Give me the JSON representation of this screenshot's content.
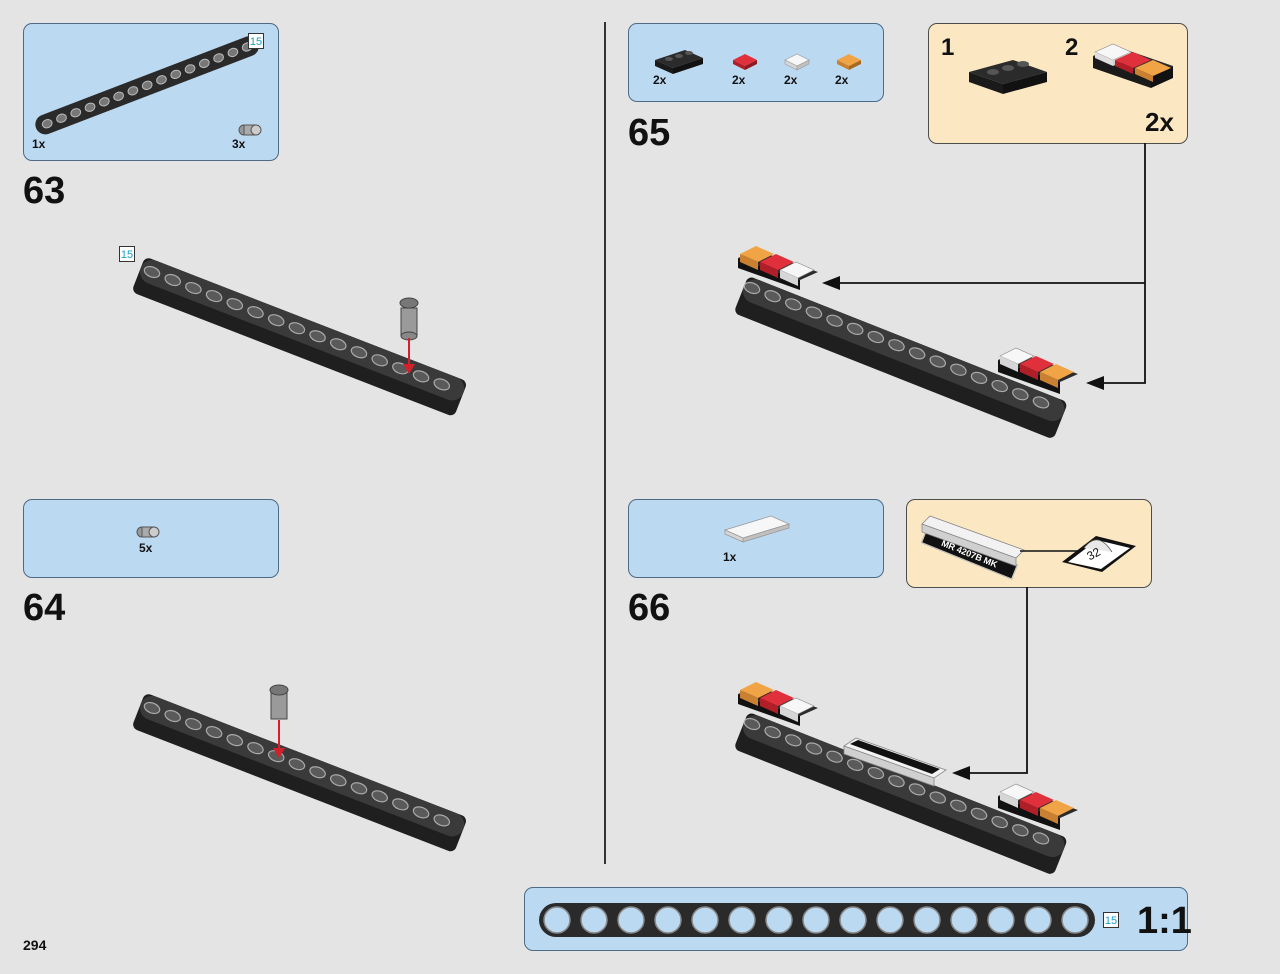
{
  "page_number": "294",
  "divider": true,
  "step63": {
    "number": "63",
    "parts": [
      {
        "name": "beam-15",
        "qty": "1x",
        "length_tag": "15"
      },
      {
        "name": "pin",
        "qty": "3x"
      }
    ],
    "model_length_tag": "15"
  },
  "step64": {
    "number": "64",
    "parts": [
      {
        "name": "pin",
        "qty": "5x"
      }
    ]
  },
  "step65": {
    "number": "65",
    "parts": [
      {
        "name": "black-plate",
        "qty": "2x",
        "color": "#2b2b2b"
      },
      {
        "name": "red-tile",
        "qty": "2x",
        "color": "#e0303b"
      },
      {
        "name": "white-tile",
        "qty": "2x",
        "color": "#f2f2f2"
      },
      {
        "name": "orange-tile",
        "qty": "2x",
        "color": "#f0a446"
      }
    ],
    "subassembly": {
      "step1": "1",
      "step2": "2",
      "multiplier": "2x"
    }
  },
  "step66": {
    "number": "66",
    "parts": [
      {
        "name": "white-tile-long",
        "qty": "1x"
      }
    ],
    "sticker": {
      "text": "MR 4207B MK",
      "sticker_sheet_number": "32"
    }
  },
  "ruler": {
    "length_tag": "15",
    "scale": "1:1",
    "holes": 15
  },
  "colors": {
    "parts_box_fill": "#bcd9f2",
    "subassembly_fill": "#fbe8c3",
    "arrow_red": "#d4202b",
    "beam_black": "#2a2a2a",
    "background": "#e4e4e4"
  }
}
